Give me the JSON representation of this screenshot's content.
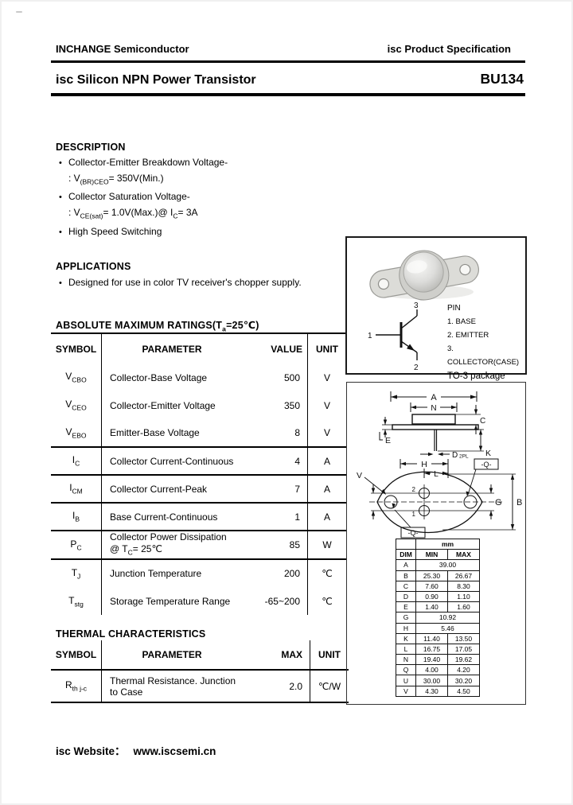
{
  "glyphs": {
    "bullet": "•"
  },
  "header": {
    "company": "INCHANGE Semiconductor",
    "brand": "isc",
    "spec": "Product Specification"
  },
  "title": {
    "brand": "isc",
    "text": "Silicon NPN Power Transistor",
    "part": "BU134"
  },
  "description": {
    "heading": "DESCRIPTION",
    "line1": "Collector-Emitter Breakdown Voltage-",
    "line2": {
      "a": ": V",
      "sub": "(BR)CEO",
      "b": "= 350V(Min.)"
    },
    "line3": "Collector Saturation Voltage-",
    "line4": {
      "a": ": V",
      "sub1": "CE(sat)",
      "b": "= 1.0V(Max.)@ I",
      "sub2": "C",
      "c": "= 3A"
    },
    "line5": "High Speed Switching"
  },
  "applications": {
    "heading": "APPLICATIONS",
    "line1": "Designed for use in color TV receiver's chopper supply."
  },
  "amr": {
    "heading": {
      "a": "ABSOLUTE MAXIMUM RATINGS(T",
      "sub": "a",
      "b": "=25℃)"
    },
    "headers": {
      "symbol": "SYMBOL",
      "parameter": "PARAMETER",
      "value": "VALUE",
      "unit": "UNIT"
    },
    "rows": [
      {
        "sym": "V",
        "sub": "CBO",
        "param": "Collector-Base Voltage",
        "value": "500",
        "unit": "V"
      },
      {
        "sym": "V",
        "sub": "CEO",
        "param": "Collector-Emitter Voltage",
        "value": "350",
        "unit": "V"
      },
      {
        "sym": "V",
        "sub": "EBO",
        "param": "Emitter-Base Voltage",
        "value": "8",
        "unit": "V"
      },
      {
        "sym": "I",
        "sub": "C",
        "param": "Collector Current-Continuous",
        "value": "4",
        "unit": "A"
      },
      {
        "sym": "I",
        "sub": "CM",
        "param": "Collector Current-Peak",
        "value": "7",
        "unit": "A"
      },
      {
        "sym": "I",
        "sub": "B",
        "param": "Base Current-Continuous",
        "value": "1",
        "unit": "A"
      },
      {
        "sym": "P",
        "sub": "C",
        "param": "Collector Power Dissipation",
        "param2a": "@ T",
        "param2sub": "C",
        "param2b": "= 25℃",
        "value": "85",
        "unit": "W"
      },
      {
        "sym": "T",
        "sub": "J",
        "param": "Junction Temperature",
        "value": "200",
        "unit": "℃"
      },
      {
        "sym": "T",
        "sub": "stg",
        "param": "Storage Temperature Range",
        "value": "-65~200",
        "unit": "℃"
      }
    ]
  },
  "thermal": {
    "heading": "THERMAL CHARACTERISTICS",
    "headers": {
      "symbol": "SYMBOL",
      "parameter": "PARAMETER",
      "max": "MAX",
      "unit": "UNIT"
    },
    "rows": [
      {
        "sym": "R",
        "sub": "th j-c",
        "param": "Thermal Resistance. Junction to Case",
        "value": "2.0",
        "unit": "℃/W"
      }
    ]
  },
  "package": {
    "pin_title": "PIN",
    "pins": [
      "1. BASE",
      "2. EMITTER",
      "3. COLLECTOR(CASE)"
    ],
    "package_name": "TO-3 package",
    "symbol_pins": {
      "base": "1",
      "emitter": "2",
      "collector": "3"
    }
  },
  "drawing": {
    "side": {
      "a": "A",
      "n": "N",
      "c": "C",
      "e": "E",
      "k": "K",
      "d": "D",
      "d_qty": "2PL"
    },
    "bottom": {
      "h": "H",
      "l": "L",
      "v": "V",
      "g": "G",
      "b": "B",
      "q": "-Q-",
      "pin_top": "2",
      "pin_bottom": "1"
    }
  },
  "dim_table": {
    "unit_header": "mm",
    "headers": {
      "dim": "DIM",
      "min": "MIN",
      "max": "MAX"
    },
    "rows": [
      {
        "dim": "A",
        "span": "39.00"
      },
      {
        "dim": "B",
        "min": "25.30",
        "max": "26.67"
      },
      {
        "dim": "C",
        "min": "7.60",
        "max": "8.30"
      },
      {
        "dim": "D",
        "min": "0.90",
        "max": "1.10"
      },
      {
        "dim": "E",
        "min": "1.40",
        "max": "1.60"
      },
      {
        "dim": "G",
        "span": "10.92"
      },
      {
        "dim": "H",
        "span": "5.46"
      },
      {
        "dim": "K",
        "min": "11.40",
        "max": "13.50"
      },
      {
        "dim": "L",
        "min": "16.75",
        "max": "17.05"
      },
      {
        "dim": "N",
        "min": "19.40",
        "max": "19.62"
      },
      {
        "dim": "Q",
        "min": "4.00",
        "max": "4.20"
      },
      {
        "dim": "U",
        "min": "30.00",
        "max": "30.20"
      },
      {
        "dim": "V",
        "min": "4.30",
        "max": "4.50"
      }
    ]
  },
  "footer": {
    "label": "isc Website：",
    "url": "www.iscsemi.cn"
  }
}
